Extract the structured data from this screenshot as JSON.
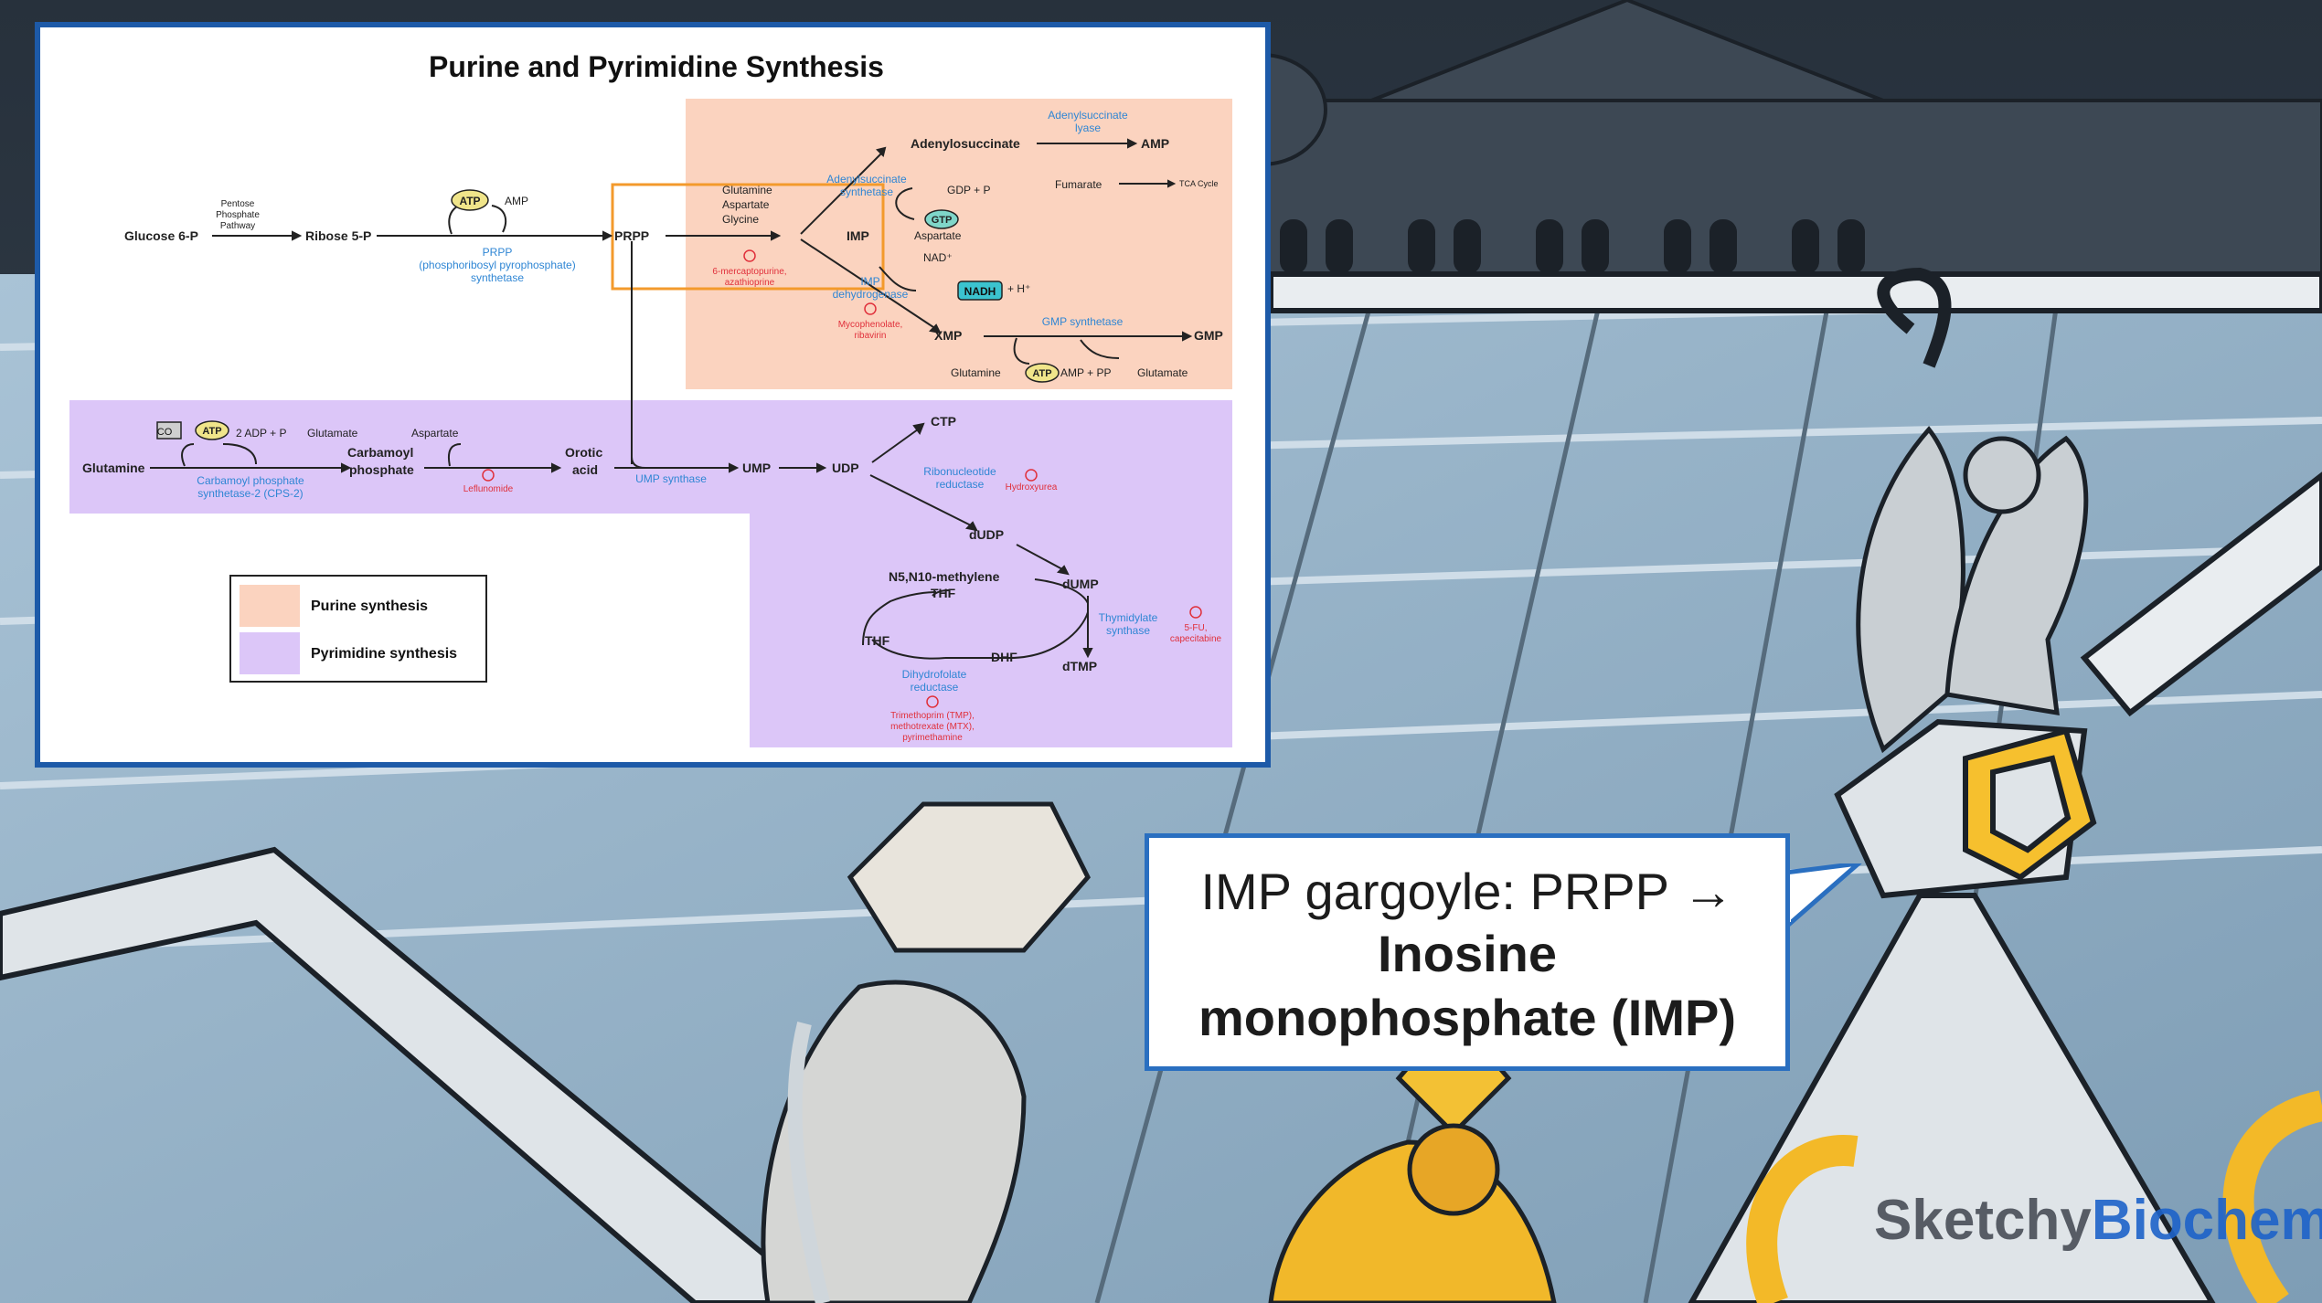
{
  "diagram": {
    "title": "Purine and Pyrimidine Synthesis",
    "nodes": {
      "glucose6p": "Glucose 6-P",
      "ppp_1": "Pentose",
      "ppp_2": "Phosphate",
      "ppp_3": "Pathway",
      "ribose5p": "Ribose 5-P",
      "atp": "ATP",
      "amp": "AMP",
      "prpp_enzyme_1": "PRPP",
      "prpp_enzyme_2": "(phosphoribosyl pyrophosphate)",
      "prpp_enzyme_3": "synthetase",
      "prpp": "PRPP",
      "glutamine_p": "Glutamine",
      "aspartate_p": "Aspartate",
      "glycine_p": "Glycine",
      "merc_1": "6-mercaptopurine,",
      "merc_2": "azathioprine",
      "imp": "IMP",
      "adenylosuccinate": "Adenylosuccinate",
      "as_synth_1": "Adenylsuccinate",
      "as_synth_2": "synthetase",
      "gdp_pi": "GDP + P",
      "gtp": "GTP",
      "aspartate_a": "Aspartate",
      "lyase_1": "Adenylsuccinate",
      "lyase_2": "lyase",
      "amp_out": "AMP",
      "fumarate": "Fumarate",
      "tca": "TCA Cycle",
      "nad": "NAD⁺",
      "nadh": "NADH",
      "hplus": "+ H⁺",
      "impdh_1": "IMP",
      "impdh_2": "dehydrogenase",
      "myco_1": "Mycophenolate,",
      "myco_2": "ribavirin",
      "xmp": "XMP",
      "gmp_synth": "GMP synthetase",
      "gmp": "GMP",
      "glutamine_g": "Glutamine",
      "atp_g": "ATP",
      "amp_ppi": "AMP + PP",
      "glutamate_g": "Glutamate",
      "co2": "CO",
      "atp2": "ATP",
      "adp_pi": "2 ADP + P",
      "glutamate_c": "Glutamate",
      "glutamine_c": "Glutamine",
      "cps_1": "Carbamoyl phosphate",
      "cps_2": "synthetase-2 (CPS-2)",
      "carb_1": "Carbamoyl",
      "carb_2": "phosphate",
      "aspartate_c": "Aspartate",
      "leflunomide": "Leflunomide",
      "orotic_1": "Orotic",
      "orotic_2": "acid",
      "ump_synth": "UMP synthase",
      "ump": "UMP",
      "udp": "UDP",
      "ctp": "CTP",
      "rnr_1": "Ribonucleotide",
      "rnr_2": "reductase",
      "hydroxyurea": "Hydroxyurea",
      "dudp": "dUDP",
      "dump": "dUMP",
      "mthf_1": "N5,N10-methylene",
      "mthf_2": "THF",
      "ts_1": "Thymidylate",
      "ts_2": "synthase",
      "fu_1": "5-FU,",
      "fu_2": "capecitabine",
      "dtmp": "dTMP",
      "thf": "THF",
      "dhf": "DHF",
      "dhfr_1": "Dihydrofolate",
      "dhfr_2": "reductase",
      "tmp_1": "Trimethoprim (TMP),",
      "tmp_2": "methotrexate (MTX),",
      "tmp_3": "pyrimethamine"
    },
    "legend": [
      {
        "label": "Purine synthesis",
        "color": "#fbd3bf"
      },
      {
        "label": "Pyrimidine synthesis",
        "color": "#dcc6f8"
      }
    ],
    "colors": {
      "purine_bg": "#fbd3bf",
      "pyrimidine_bg": "#dcc6f8",
      "enzyme": "#2f86d4",
      "inhibitor": "#e0303b",
      "highlight_box": "#f39a2c",
      "atp_fill": "#f0e58a",
      "gtp_fill": "#7fd6c9",
      "nadh_fill": "#3bc3cf",
      "frame": "#1d5aa8"
    }
  },
  "callout": {
    "line1": "IMP gargoyle: PRPP →",
    "line2": "Inosine",
    "line3": "monophosphate (IMP)"
  },
  "brand": {
    "part1": "Sketchy",
    "part2": "Biochem"
  }
}
